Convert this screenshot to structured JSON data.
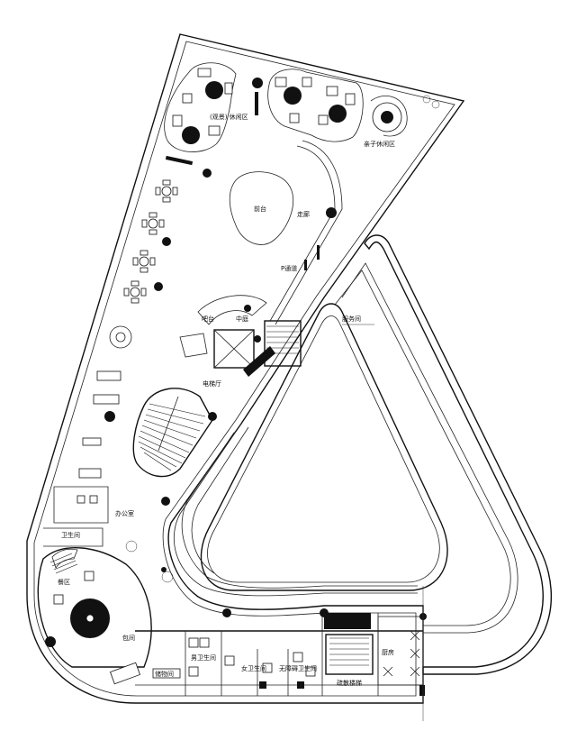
{
  "plan": {
    "labels": {
      "lounge_left": "(观景) 休闲区",
      "lounge_right": "亲子休闲区",
      "reception": "前台",
      "corridor": "走廊",
      "walkway": "P通道",
      "hall": "中庭",
      "bar": "吧台",
      "elevator_hall": "电梯厅",
      "stair_right": "疏散楼梯",
      "dining_area": "餐区",
      "office": "办公室",
      "bathroom_left": "卫生间",
      "vip_room": "包间",
      "restroom_a": "男卫生间",
      "restroom_b": "女卫生间",
      "restroom_c": "无障碍卫生间",
      "storage": "储物间",
      "kitchen": "厨房",
      "service": "服务间"
    }
  }
}
